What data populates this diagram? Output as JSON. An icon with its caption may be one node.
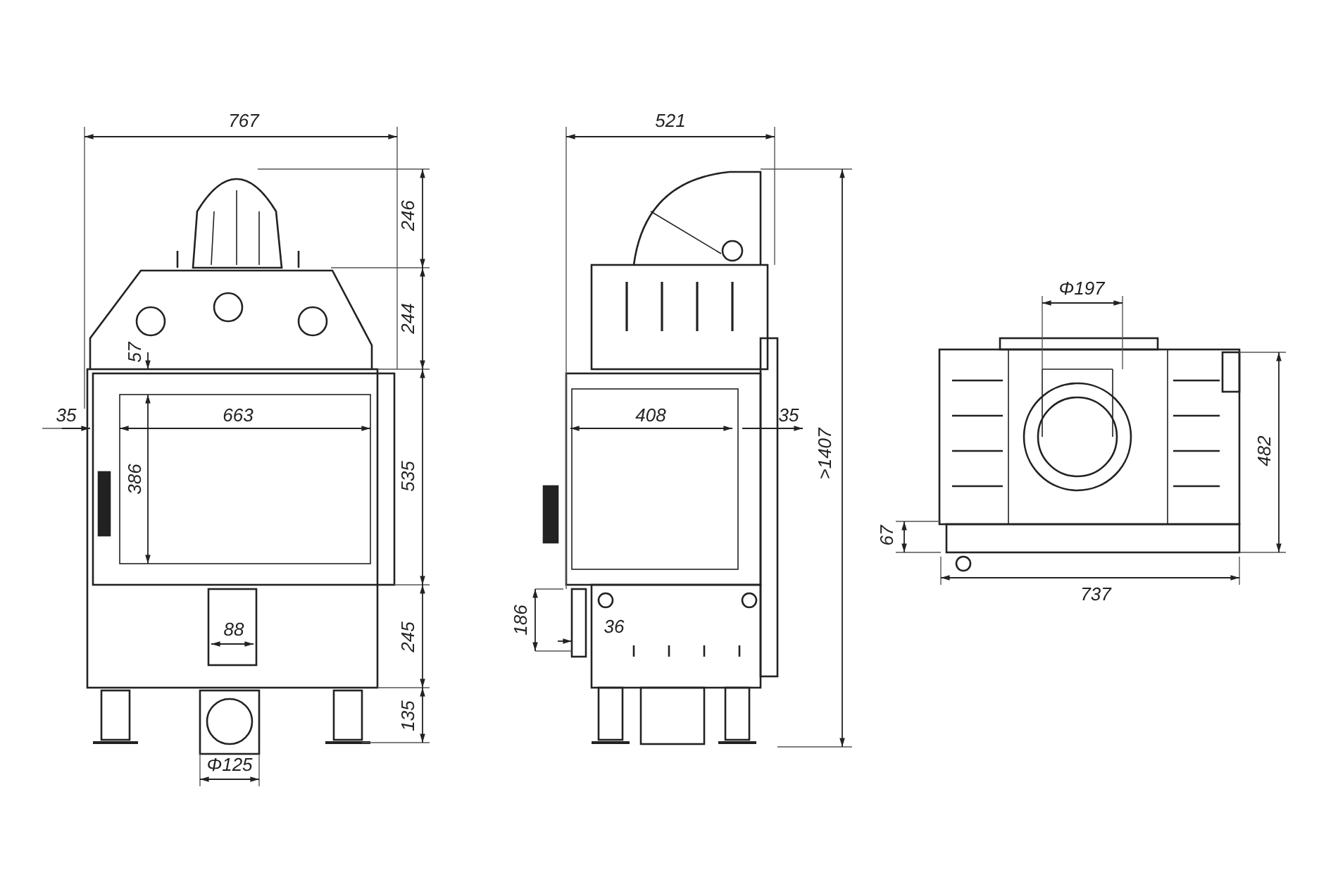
{
  "diagram": {
    "labels": [
      "767",
      "521",
      "246",
      "Φ197",
      "244",
      "57",
      "35",
      "663",
      "408",
      "35",
      "386",
      "535",
      ">1407",
      "482",
      "67",
      "737",
      "88",
      "245",
      "186",
      "36",
      "135",
      "Φ125"
    ]
  }
}
